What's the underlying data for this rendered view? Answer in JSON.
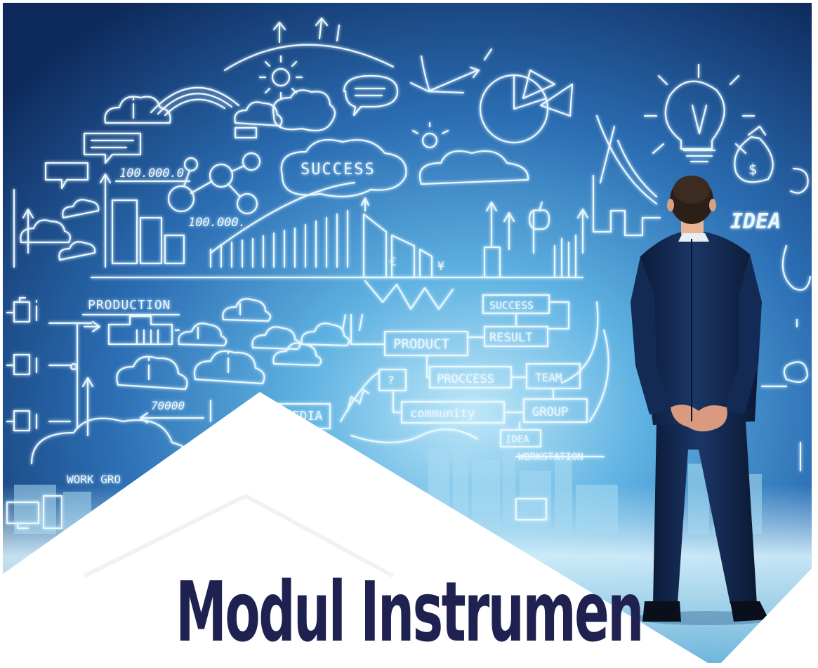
{
  "colors": {
    "background_deep": "#0e2a5c",
    "background_mid": "#1f5fa3",
    "background_light": "#8fd3f0",
    "sketch": "#e8f8ff",
    "title": "#1f2150",
    "triangle": "#ffffff"
  },
  "sketch_labels": {
    "success_cloud": "SUCCESS",
    "num_top": "100.000.0",
    "num_mid": "100.000.",
    "production": "PRODUCTION",
    "num_low": "70000",
    "media": "MEDIA",
    "work_group": "WORK GRO",
    "success_box": "SUCCESS",
    "result": "RESULT",
    "product": "PRODUCT",
    "process": "PROCCESS",
    "team": "TEAM",
    "question": "?",
    "community": "community",
    "group": "GROUP",
    "idea_box": "IDEA",
    "workstation": "WORKSTATION",
    "idea_right": "IDEA",
    "euro": "€",
    "yen": "¥",
    "dollar": "$"
  },
  "icons": [
    "lightbulb-icon",
    "money-bag-icon",
    "sun-icon",
    "pie-chart-icon",
    "speech-bubble-icon",
    "cloud-info-icon",
    "apple-icon",
    "document-icon",
    "computer-icon"
  ],
  "title": "Modul Instrumen"
}
